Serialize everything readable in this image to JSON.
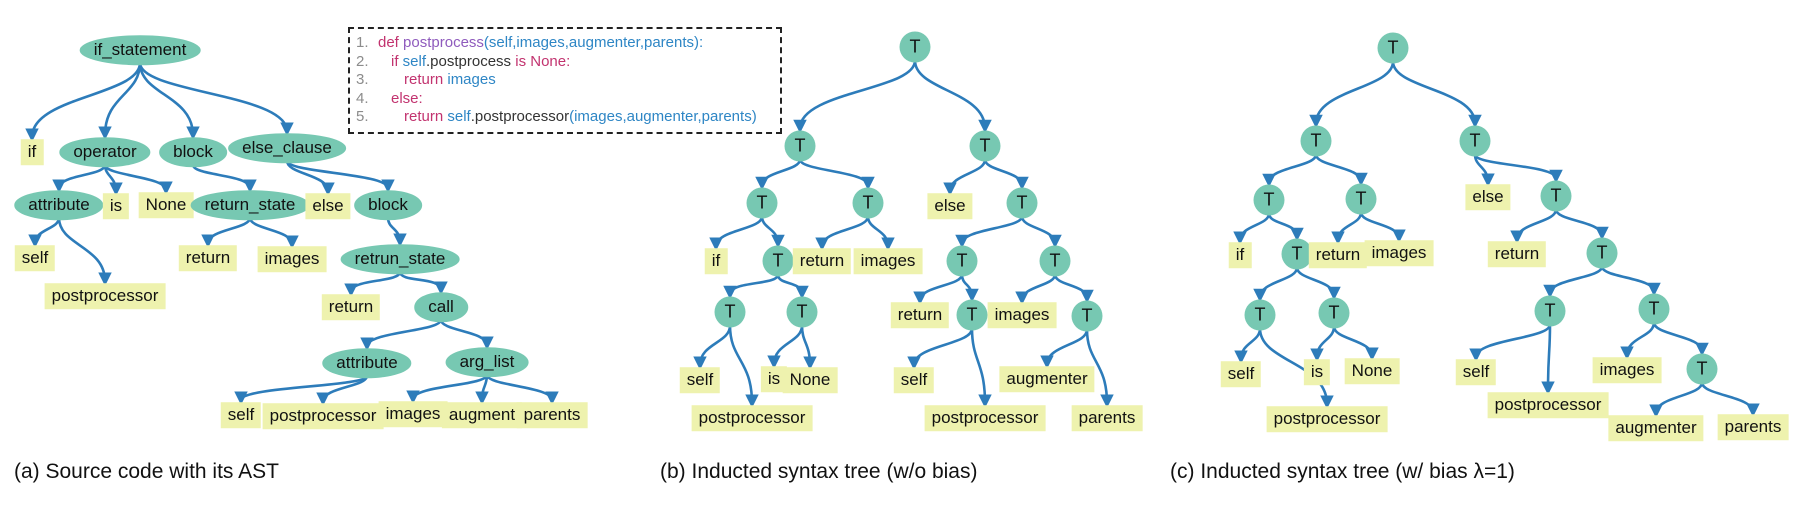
{
  "palette": {
    "branch_fill": "#77c8b2",
    "leaf_fill": "#eef2ae",
    "edge_color": "#2d7cba",
    "keyword_color": "#c2336f",
    "function_color": "#8f5bbd",
    "identifier_color": "#2e86c5",
    "plain_color": "#333333",
    "line_number_color": "#8c8c8c"
  },
  "panels": {
    "a": {
      "caption": "(a) Source code with its AST"
    },
    "b": {
      "caption": "(b) Inducted syntax tree (w/o bias)"
    },
    "c": {
      "caption": "(c) Inducted syntax tree (w/ bias λ=1)"
    }
  },
  "code_snippet": {
    "lines": [
      {
        "num": "1.",
        "indent": 0,
        "tokens": [
          {
            "t": "def ",
            "c": "kw"
          },
          {
            "t": "postprocess",
            "c": "fn"
          },
          {
            "t": "(self,images,augmenter,parents):",
            "c": "id"
          }
        ]
      },
      {
        "num": "2.",
        "indent": 1,
        "tokens": [
          {
            "t": "if ",
            "c": "kw"
          },
          {
            "t": "self",
            "c": "id"
          },
          {
            "t": ".postprocess ",
            "c": "pl"
          },
          {
            "t": "is None:",
            "c": "kw"
          }
        ]
      },
      {
        "num": "3.",
        "indent": 2,
        "tokens": [
          {
            "t": "return ",
            "c": "kw"
          },
          {
            "t": "images",
            "c": "id"
          }
        ]
      },
      {
        "num": "4.",
        "indent": 1,
        "tokens": [
          {
            "t": "else:",
            "c": "kw"
          }
        ]
      },
      {
        "num": "5.",
        "indent": 2,
        "tokens": [
          {
            "t": "return ",
            "c": "kw"
          },
          {
            "t": "self",
            "c": "id"
          },
          {
            "t": ".postprocessor",
            "c": "pl"
          },
          {
            "t": "(images,augmenter,parents)",
            "c": "id"
          }
        ]
      }
    ]
  },
  "trees": {
    "a": {
      "branch_style": "ellipse",
      "nodes": [
        {
          "id": "a0",
          "label": "if_statement",
          "kind": "branch"
        },
        {
          "id": "a1",
          "label": "if",
          "kind": "leaf"
        },
        {
          "id": "a2",
          "label": "operator",
          "kind": "branch"
        },
        {
          "id": "a3",
          "label": "block",
          "kind": "branch"
        },
        {
          "id": "a4",
          "label": "else_clause",
          "kind": "branch"
        },
        {
          "id": "a5",
          "label": "attribute",
          "kind": "branch"
        },
        {
          "id": "a6",
          "label": "is",
          "kind": "leaf"
        },
        {
          "id": "a7",
          "label": "None",
          "kind": "leaf"
        },
        {
          "id": "a8",
          "label": "return_state",
          "kind": "branch"
        },
        {
          "id": "a9",
          "label": "else",
          "kind": "leaf"
        },
        {
          "id": "a10",
          "label": "block",
          "kind": "branch"
        },
        {
          "id": "a11",
          "label": "self",
          "kind": "leaf"
        },
        {
          "id": "a12",
          "label": "postprocessor",
          "kind": "leaf"
        },
        {
          "id": "a13",
          "label": "return",
          "kind": "leaf"
        },
        {
          "id": "a14",
          "label": "images",
          "kind": "leaf"
        },
        {
          "id": "a15",
          "label": "retrun_state",
          "kind": "branch"
        },
        {
          "id": "a16",
          "label": "return",
          "kind": "leaf"
        },
        {
          "id": "a17",
          "label": "call",
          "kind": "branch"
        },
        {
          "id": "a18",
          "label": "attribute",
          "kind": "branch"
        },
        {
          "id": "a19",
          "label": "arg_list",
          "kind": "branch"
        },
        {
          "id": "a20",
          "label": "self",
          "kind": "leaf"
        },
        {
          "id": "a21",
          "label": "postprocessor",
          "kind": "leaf"
        },
        {
          "id": "a22",
          "label": "images",
          "kind": "leaf"
        },
        {
          "id": "a23",
          "label": "augment",
          "kind": "leaf"
        },
        {
          "id": "a24",
          "label": "parents",
          "kind": "leaf"
        }
      ],
      "edges": [
        [
          "a0",
          "a1"
        ],
        [
          "a0",
          "a2"
        ],
        [
          "a0",
          "a3"
        ],
        [
          "a0",
          "a4"
        ],
        [
          "a2",
          "a5"
        ],
        [
          "a2",
          "a6"
        ],
        [
          "a2",
          "a7"
        ],
        [
          "a3",
          "a8"
        ],
        [
          "a4",
          "a9"
        ],
        [
          "a4",
          "a10"
        ],
        [
          "a5",
          "a11"
        ],
        [
          "a5",
          "a12"
        ],
        [
          "a8",
          "a13"
        ],
        [
          "a8",
          "a14"
        ],
        [
          "a10",
          "a15"
        ],
        [
          "a15",
          "a16"
        ],
        [
          "a15",
          "a17"
        ],
        [
          "a17",
          "a18"
        ],
        [
          "a17",
          "a19"
        ],
        [
          "a18",
          "a20"
        ],
        [
          "a18",
          "a21"
        ],
        [
          "a19",
          "a22"
        ],
        [
          "a19",
          "a23"
        ],
        [
          "a19",
          "a24"
        ]
      ]
    },
    "b": {
      "branch_style": "circle",
      "nodes": [
        {
          "id": "b0",
          "label": "T",
          "kind": "branch"
        },
        {
          "id": "b1",
          "label": "T",
          "kind": "branch"
        },
        {
          "id": "b2",
          "label": "T",
          "kind": "branch"
        },
        {
          "id": "b3",
          "label": "T",
          "kind": "branch"
        },
        {
          "id": "b4",
          "label": "T",
          "kind": "branch"
        },
        {
          "id": "b5",
          "label": "else",
          "kind": "leaf"
        },
        {
          "id": "b6",
          "label": "T",
          "kind": "branch"
        },
        {
          "id": "b7",
          "label": "if",
          "kind": "leaf"
        },
        {
          "id": "b8",
          "label": "T",
          "kind": "branch"
        },
        {
          "id": "b9",
          "label": "return",
          "kind": "leaf"
        },
        {
          "id": "b10",
          "label": "images",
          "kind": "leaf"
        },
        {
          "id": "b11",
          "label": "T",
          "kind": "branch"
        },
        {
          "id": "b12",
          "label": "T",
          "kind": "branch"
        },
        {
          "id": "b13",
          "label": "T",
          "kind": "branch"
        },
        {
          "id": "b14",
          "label": "T",
          "kind": "branch"
        },
        {
          "id": "b15",
          "label": "return",
          "kind": "leaf"
        },
        {
          "id": "b16",
          "label": "T",
          "kind": "branch"
        },
        {
          "id": "b17",
          "label": "images",
          "kind": "leaf"
        },
        {
          "id": "b18",
          "label": "T",
          "kind": "branch"
        },
        {
          "id": "b19",
          "label": "self",
          "kind": "leaf"
        },
        {
          "id": "b20",
          "label": "postprocessor",
          "kind": "leaf"
        },
        {
          "id": "b21",
          "label": "is",
          "kind": "leaf"
        },
        {
          "id": "b22",
          "label": "None",
          "kind": "leaf"
        },
        {
          "id": "b23",
          "label": "self",
          "kind": "leaf"
        },
        {
          "id": "b24",
          "label": "postprocessor",
          "kind": "leaf"
        },
        {
          "id": "b25",
          "label": "augmenter",
          "kind": "leaf"
        },
        {
          "id": "b26",
          "label": "parents",
          "kind": "leaf"
        }
      ],
      "edges": [
        [
          "b0",
          "b1"
        ],
        [
          "b0",
          "b2"
        ],
        [
          "b1",
          "b3"
        ],
        [
          "b1",
          "b4"
        ],
        [
          "b2",
          "b5"
        ],
        [
          "b2",
          "b6"
        ],
        [
          "b3",
          "b7"
        ],
        [
          "b3",
          "b8"
        ],
        [
          "b4",
          "b9"
        ],
        [
          "b4",
          "b10"
        ],
        [
          "b6",
          "b11"
        ],
        [
          "b6",
          "b12"
        ],
        [
          "b8",
          "b13"
        ],
        [
          "b8",
          "b14"
        ],
        [
          "b11",
          "b15"
        ],
        [
          "b11",
          "b16"
        ],
        [
          "b12",
          "b17"
        ],
        [
          "b12",
          "b18"
        ],
        [
          "b13",
          "b19"
        ],
        [
          "b13",
          "b20"
        ],
        [
          "b14",
          "b21"
        ],
        [
          "b14",
          "b22"
        ],
        [
          "b16",
          "b23"
        ],
        [
          "b16",
          "b24"
        ],
        [
          "b18",
          "b25"
        ],
        [
          "b18",
          "b26"
        ]
      ]
    },
    "c": {
      "branch_style": "circle",
      "nodes": [
        {
          "id": "c0",
          "label": "T",
          "kind": "branch"
        },
        {
          "id": "c1",
          "label": "T",
          "kind": "branch"
        },
        {
          "id": "c2",
          "label": "T",
          "kind": "branch"
        },
        {
          "id": "c3",
          "label": "T",
          "kind": "branch"
        },
        {
          "id": "c4",
          "label": "T",
          "kind": "branch"
        },
        {
          "id": "c5",
          "label": "else",
          "kind": "leaf"
        },
        {
          "id": "c6",
          "label": "T",
          "kind": "branch"
        },
        {
          "id": "c7",
          "label": "if",
          "kind": "leaf"
        },
        {
          "id": "c8",
          "label": "T",
          "kind": "branch"
        },
        {
          "id": "c9",
          "label": "return",
          "kind": "leaf"
        },
        {
          "id": "c10",
          "label": "images",
          "kind": "leaf"
        },
        {
          "id": "c11",
          "label": "return",
          "kind": "leaf"
        },
        {
          "id": "c12",
          "label": "T",
          "kind": "branch"
        },
        {
          "id": "c13",
          "label": "T",
          "kind": "branch"
        },
        {
          "id": "c14",
          "label": "T",
          "kind": "branch"
        },
        {
          "id": "c15",
          "label": "T",
          "kind": "branch"
        },
        {
          "id": "c16",
          "label": "T",
          "kind": "branch"
        },
        {
          "id": "c17",
          "label": "self",
          "kind": "leaf"
        },
        {
          "id": "c18",
          "label": "postprocessor",
          "kind": "leaf"
        },
        {
          "id": "c19",
          "label": "is",
          "kind": "leaf"
        },
        {
          "id": "c20",
          "label": "None",
          "kind": "leaf"
        },
        {
          "id": "c21",
          "label": "self",
          "kind": "leaf"
        },
        {
          "id": "c22",
          "label": "postprocessor",
          "kind": "leaf"
        },
        {
          "id": "c23",
          "label": "images",
          "kind": "leaf"
        },
        {
          "id": "c24",
          "label": "T",
          "kind": "branch"
        },
        {
          "id": "c25",
          "label": "augmenter",
          "kind": "leaf"
        },
        {
          "id": "c26",
          "label": "parents",
          "kind": "leaf"
        }
      ],
      "edges": [
        [
          "c0",
          "c1"
        ],
        [
          "c0",
          "c2"
        ],
        [
          "c1",
          "c3"
        ],
        [
          "c1",
          "c4"
        ],
        [
          "c2",
          "c5"
        ],
        [
          "c2",
          "c6"
        ],
        [
          "c3",
          "c7"
        ],
        [
          "c3",
          "c8"
        ],
        [
          "c4",
          "c9"
        ],
        [
          "c4",
          "c10"
        ],
        [
          "c6",
          "c11"
        ],
        [
          "c6",
          "c12"
        ],
        [
          "c8",
          "c13"
        ],
        [
          "c8",
          "c14"
        ],
        [
          "c12",
          "c15"
        ],
        [
          "c12",
          "c16"
        ],
        [
          "c13",
          "c17"
        ],
        [
          "c13",
          "c18"
        ],
        [
          "c14",
          "c19"
        ],
        [
          "c14",
          "c20"
        ],
        [
          "c15",
          "c21"
        ],
        [
          "c15",
          "c22"
        ],
        [
          "c16",
          "c23"
        ],
        [
          "c16",
          "c24"
        ],
        [
          "c24",
          "c25"
        ],
        [
          "c24",
          "c26"
        ]
      ]
    }
  }
}
